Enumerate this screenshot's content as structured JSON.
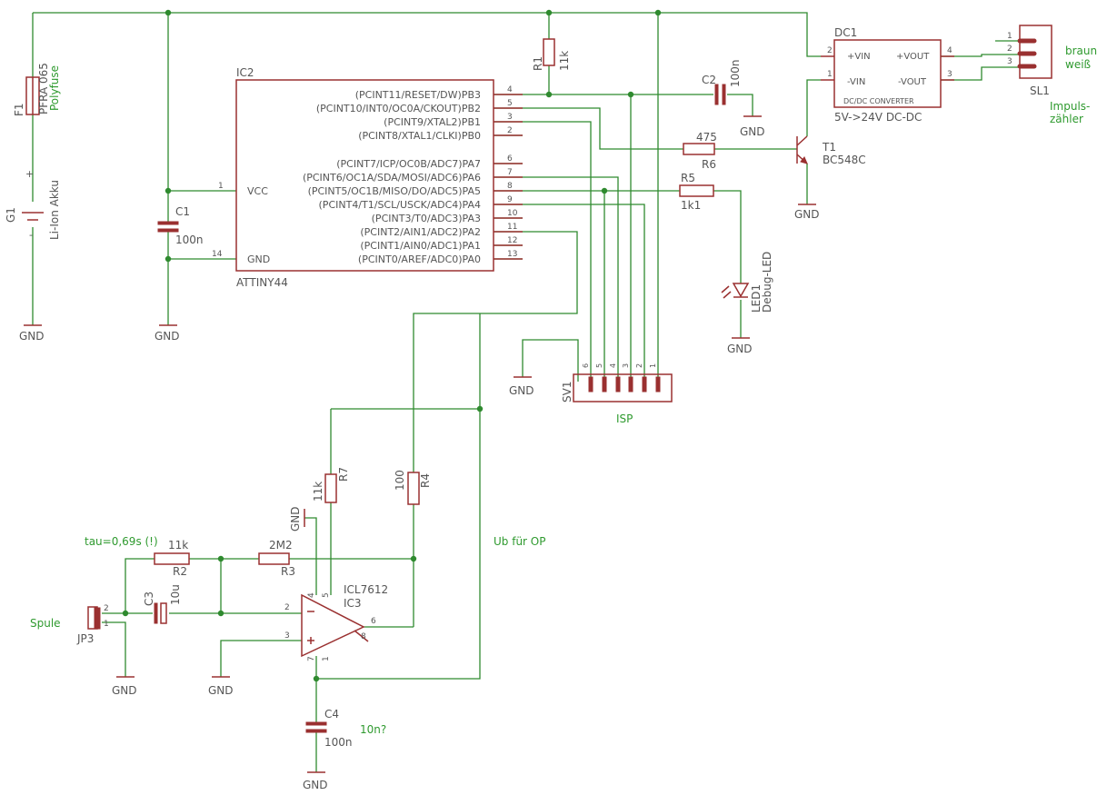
{
  "parts": {
    "F1": {
      "name": "F1",
      "value": "PFRA 065",
      "note": "Polyfuse"
    },
    "G1": {
      "name": "G1",
      "note": "Li-Ion Akku",
      "plus": "+",
      "minus": "-"
    },
    "C1": {
      "name": "C1",
      "value": "100n"
    },
    "IC2": {
      "name": "IC2",
      "value": "ATTINY44",
      "vcc": "VCC",
      "gnd": "GND",
      "vcc_pin": "1",
      "gnd_pin": "14"
    },
    "R1": {
      "name": "R1",
      "value": "11k"
    },
    "C2": {
      "name": "C2",
      "value": "100n"
    },
    "R6": {
      "name": "R6",
      "value": "475"
    },
    "R5": {
      "name": "R5",
      "value": "1k1"
    },
    "T1": {
      "name": "T1",
      "value": "BC548C"
    },
    "LED1": {
      "name": "LED1",
      "value": "Debug-LED"
    },
    "DC1": {
      "name": "DC1",
      "title": "DC/DC CONVERTER",
      "value": "5V->24V DC-DC",
      "vin_p": "+VIN",
      "vin_m": "-VIN",
      "vout_p": "+VOUT",
      "vout_m": "-VOUT",
      "pin1": "1",
      "pin2": "2",
      "pin3": "3",
      "pin4": "4"
    },
    "SL1": {
      "name": "SL1",
      "note1": "Impuls-",
      "note2": "zähler",
      "wire1": "braun",
      "wire2": "weiß",
      "pins": [
        "1",
        "2",
        "3"
      ]
    },
    "SV1": {
      "name": "SV1",
      "label": "ISP",
      "pins": [
        "6",
        "5",
        "4",
        "3",
        "2",
        "1"
      ]
    },
    "R7": {
      "name": "R7",
      "value": "11k"
    },
    "R4": {
      "name": "R4",
      "value": "100"
    },
    "R2": {
      "name": "R2",
      "value": "11k"
    },
    "R3": {
      "name": "R3",
      "value": "2M2"
    },
    "C3": {
      "name": "C3",
      "value": "10u"
    },
    "IC3": {
      "name": "IC3",
      "value": "ICL7612",
      "pins": [
        "2",
        "3",
        "4",
        "5",
        "6",
        "7",
        "8",
        "1"
      ]
    },
    "C4": {
      "name": "C4",
      "value": "100n",
      "note": "10n?"
    },
    "JP3": {
      "name": "JP3",
      "pin1": "1",
      "pin2": "2"
    }
  },
  "ic2_pins": [
    {
      "label": "(PCINT11/RESET/DW)PB3",
      "num": "4"
    },
    {
      "label": "(PCINT10/INT0/OC0A/CKOUT)PB2",
      "num": "5"
    },
    {
      "label": "(PCINT9/XTAL2)PB1",
      "num": "3"
    },
    {
      "label": "(PCINT8/XTAL1/CLKI)PB0",
      "num": "2"
    },
    {
      "label": "(PCINT7/ICP/OC0B/ADC7)PA7",
      "num": "6"
    },
    {
      "label": "(PCINT6/OC1A/SDA/MOSI/ADC6)PA6",
      "num": "7"
    },
    {
      "label": "(PCINT5/OC1B/MISO/DO/ADC5)PA5",
      "num": "8"
    },
    {
      "label": "(PCINT4/T1/SCL/USCK/ADC4)PA4",
      "num": "9"
    },
    {
      "label": "(PCINT3/T0/ADC3)PA3",
      "num": "10"
    },
    {
      "label": "(PCINT2/AIN1/ADC2)PA2",
      "num": "11"
    },
    {
      "label": "(PCINT1/AIN0/ADC1)PA1",
      "num": "12"
    },
    {
      "label": "(PCINT0/AREF/ADC0)PA0",
      "num": "13"
    }
  ],
  "labels": {
    "gnd": "GND",
    "tau": "tau=0,69s (!)",
    "ub_op": "Ub für OP",
    "spule": "Spule"
  }
}
